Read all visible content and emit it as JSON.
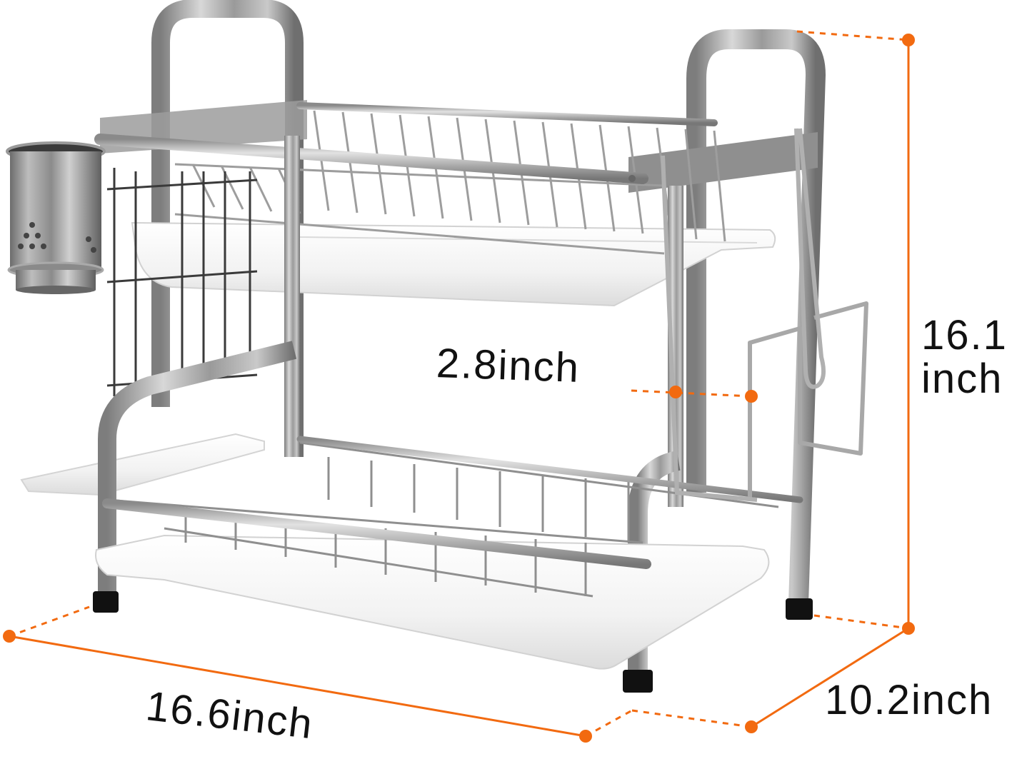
{
  "image": {
    "subject": "Two-tier stainless steel dish drying rack with utensil holder, cutting board holder and drainboards",
    "accent_color": "#f26a10",
    "metal_color": "#a9a9a9",
    "tray_color": "#f4f4f4"
  },
  "dimensions": {
    "height": {
      "value": "16.1",
      "unit": "inch",
      "line1": "16.1",
      "line2": "inch"
    },
    "gap": {
      "label": "2.8inch"
    },
    "width": {
      "label": "16.6inch"
    },
    "depth": {
      "label": "10.2inch"
    }
  },
  "components": [
    {
      "name": "utensil-holder-cup"
    },
    {
      "name": "upper-plate-rack"
    },
    {
      "name": "upper-drain-tray"
    },
    {
      "name": "lower-bowl-rack"
    },
    {
      "name": "lower-drain-tray"
    },
    {
      "name": "side-cup-tray"
    },
    {
      "name": "cutting-board-holder"
    },
    {
      "name": "knife-hook"
    }
  ]
}
